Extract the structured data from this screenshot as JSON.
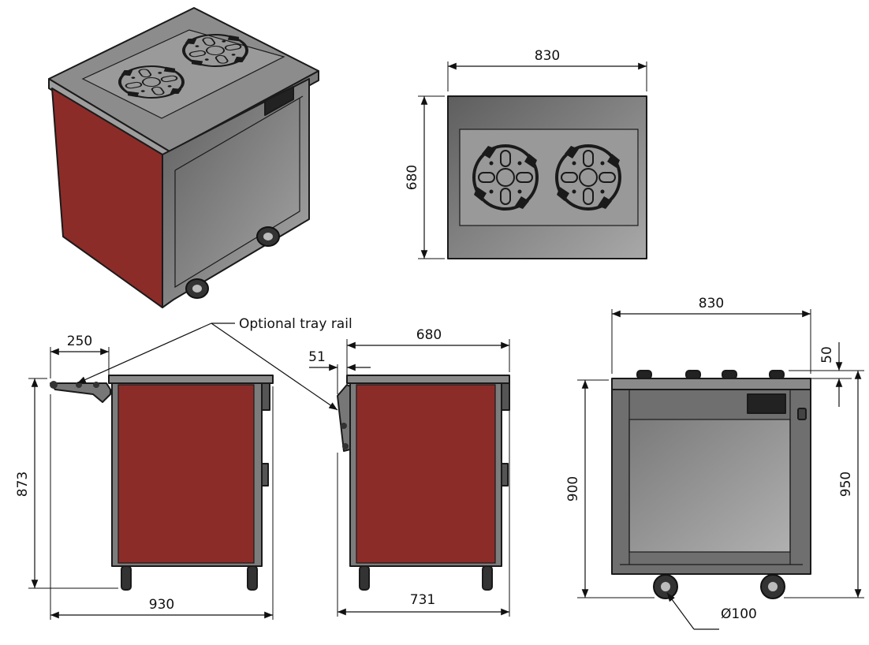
{
  "views": {
    "top": {
      "width_label": "830",
      "depth_label": "680"
    },
    "side": {
      "tray_rail_label": "250",
      "height_label": "873",
      "length_label": "930"
    },
    "end": {
      "offset_label": "51",
      "top_depth_label": "680",
      "base_depth_label": "731"
    },
    "front": {
      "width_label": "830",
      "top_offset_label": "50",
      "body_height_label": "900",
      "total_height_label": "950",
      "castor_label": "Ø100"
    }
  },
  "callouts": {
    "tray_rail": "Optional tray rail"
  },
  "colors": {
    "panel_red": "#8c2c29",
    "steel_dark": "#6f6f6f",
    "steel_mid": "#8a8a8a",
    "steel_light": "#b5b5b5",
    "outline": "#1a1a1a"
  }
}
